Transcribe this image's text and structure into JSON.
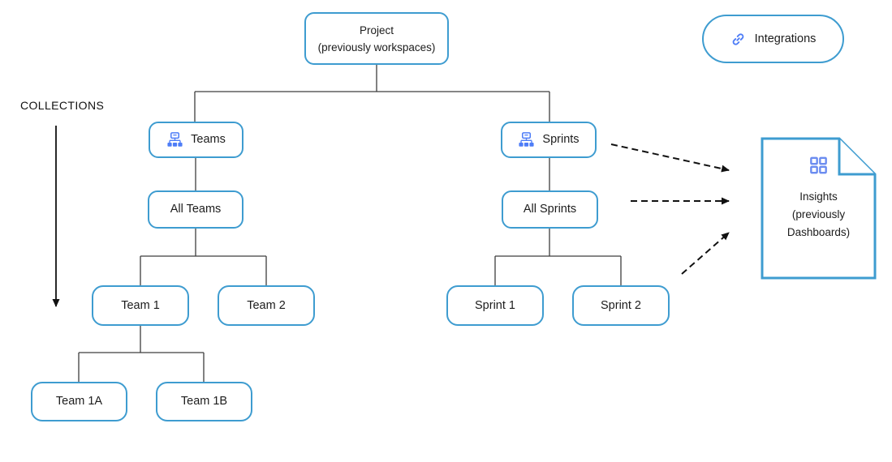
{
  "labels": {
    "collections": "COLLECTIONS"
  },
  "nodes": {
    "project": {
      "label": "Project\n(previously workspaces)"
    },
    "teams": {
      "label": "Teams",
      "icon": "org-chart-icon"
    },
    "all_teams": {
      "label": "All Teams"
    },
    "team_1": {
      "label": "Team 1"
    },
    "team_2": {
      "label": "Team 2"
    },
    "team_1a": {
      "label": "Team 1A"
    },
    "team_1b": {
      "label": "Team 1B"
    },
    "sprints": {
      "label": "Sprints",
      "icon": "org-chart-icon"
    },
    "all_sprints": {
      "label": "All Sprints"
    },
    "sprint_1": {
      "label": "Sprint 1"
    },
    "sprint_2": {
      "label": "Sprint 2"
    },
    "integrations": {
      "label": "Integrations",
      "icon": "link-icon"
    },
    "insights": {
      "label": "Insights\n(previously\nDashboards)",
      "icon": "grid-icon"
    }
  },
  "colors": {
    "box_border": "#3e9cd0",
    "icon_blue": "#4e7df7",
    "connector": "#3d3d3d",
    "arrow": "#111111",
    "text": "#1c1c1c"
  }
}
